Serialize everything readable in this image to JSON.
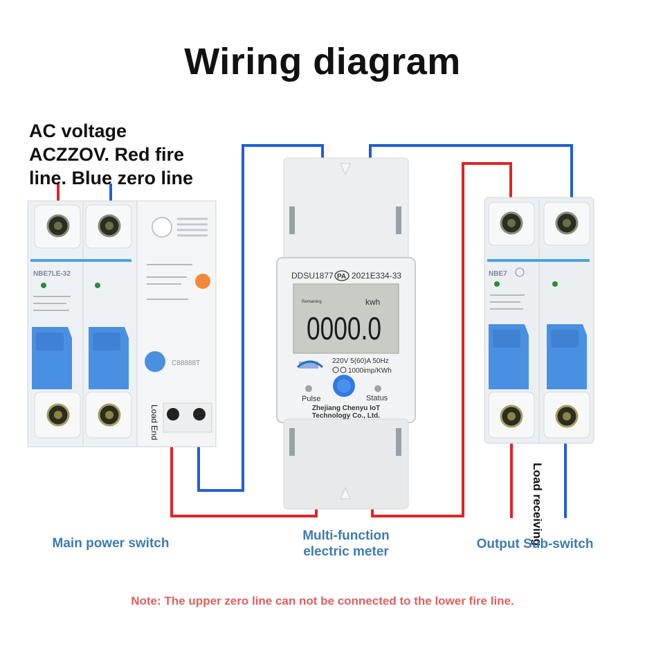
{
  "title": "Wiring diagram",
  "ac_note": {
    "line1": "AC voltage",
    "line2": "ACZZOV. Red fire",
    "line3": "line. Blue zero line"
  },
  "main_switch": {
    "caption": "Main power switch",
    "model": "NBE7LE-32",
    "side_label": "Load End",
    "code": "C88888T"
  },
  "meter": {
    "caption_line1": "Multi-function",
    "caption_line2": "electric meter",
    "model": "DDSU1877",
    "pa_badge": "PA",
    "cert": "2021E334-33",
    "remaining": "Remaining",
    "unit": "kwh",
    "reading": "0000.0",
    "spec_line1": "220V  5(60)A  50Hz",
    "spec_line2": "1000imp/KWh",
    "pulse": "Pulse",
    "status": "Status",
    "maker_line1": "Zhejiang Chenyu IoT",
    "maker_line2": "Technology Co., Ltd."
  },
  "sub_switch": {
    "caption": "Output Sub-switch",
    "model": "NBE7",
    "side_label": "Load receiving"
  },
  "note": "Note: The upper zero line can not be connected to the lower fire line.",
  "colors": {
    "fire_wire": "#e02424",
    "zero_wire": "#1f5fd6",
    "breaker_blue": "#4a90e2",
    "caption_blue": "#3d7bb5",
    "note_red": "#e06060",
    "lcd_bg": "#c9ccc4"
  }
}
